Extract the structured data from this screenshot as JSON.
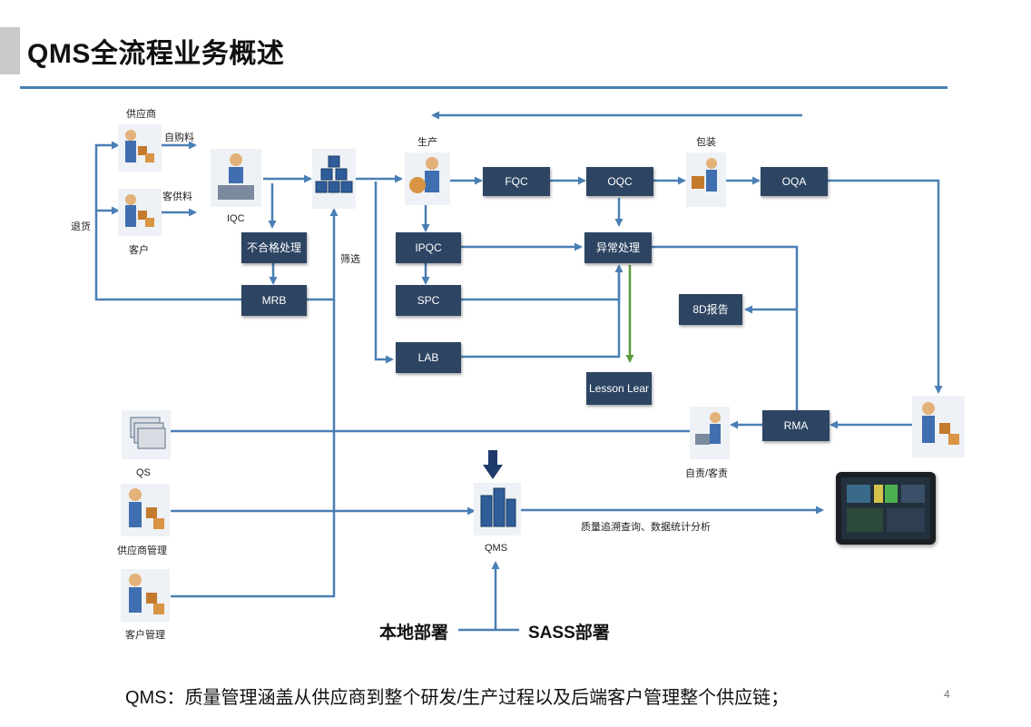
{
  "title": "QMS全流程业务概述",
  "boxes": {
    "fqc": "FQC",
    "oqc": "OQC",
    "oqa": "OQA",
    "ipqc": "IPQC",
    "spc": "SPC",
    "lab": "LAB",
    "exception": "异常处理",
    "nonconforming": "不合格处理",
    "mrb": "MRB",
    "report8d": "8D报告",
    "lesson": "Lesson Lear",
    "rma": "RMA"
  },
  "labels": {
    "supplier": "供应商",
    "self_purchase": "自购料",
    "customer_supply": "客供料",
    "customer": "客户",
    "return": "退货",
    "iqc": "IQC",
    "screen": "筛选",
    "production": "生产",
    "packaging": "包装",
    "responsibility": "自责/客责",
    "qs": "QS",
    "supplier_mgmt": "供应商管理",
    "customer_mgmt": "客户管理",
    "qms": "QMS",
    "analysis": "质量追溯查询、数据统计分析"
  },
  "deploy": {
    "local": "本地部署",
    "sass": "SASS部署"
  },
  "footer": "QMS：质量管理涵盖从供应商到整个研发/生产过程以及后端客户管理整个供应链；",
  "page_number": "4",
  "colors": {
    "box": "#2d4563",
    "arrow": "#4a7fb5",
    "lesson_arrow": "#5a9a3a",
    "down_arrow": "#1f3b6b"
  },
  "icons": [
    "supplier-person-icon",
    "customer-person-icon",
    "iqc-inspector-icon",
    "warehouse-cubes-icon",
    "production-worker-icon",
    "packaging-worker-icon",
    "rma-worker-icon",
    "responsibility-worker-icon",
    "qs-document-icon",
    "supplier-mgmt-icon",
    "customer-mgmt-icon",
    "qms-building-icon",
    "dashboard-tablet-icon"
  ]
}
